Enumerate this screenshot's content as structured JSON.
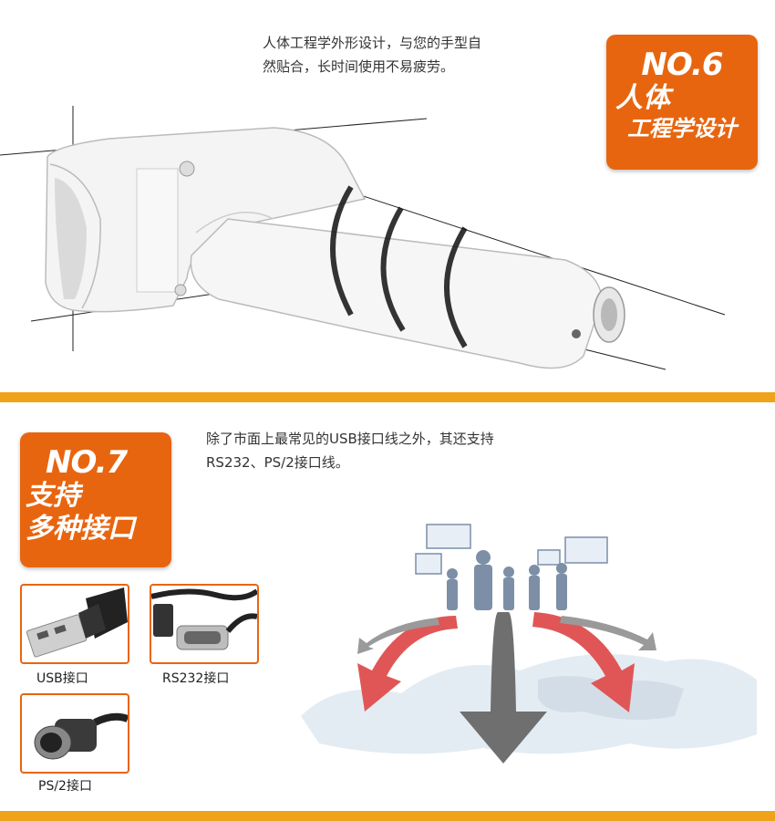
{
  "section1": {
    "badge_no": "NO.6",
    "badge_title1": "人体",
    "badge_title2": "工程学设计",
    "description_line1": "人体工程学外形设计，与您的手型自",
    "description_line2": "然贴合，长时间使用不易疲劳。"
  },
  "section2": {
    "badge_no": "NO.7",
    "badge_title1": "支持",
    "badge_title2": "多种接口",
    "description_line1": "除了市面上最常见的USB接口线之外，其还支持",
    "description_line2": "RS232、PS/2接口线。",
    "ports": [
      {
        "label": "USB接口",
        "icon": "usb-plug-icon"
      },
      {
        "label": "RS232接口",
        "icon": "rs232-plug-icon"
      },
      {
        "label": "PS/2接口",
        "icon": "ps2-plug-icon"
      }
    ]
  },
  "colors": {
    "accent": "#e8650f",
    "divider": "#f0a21a"
  }
}
